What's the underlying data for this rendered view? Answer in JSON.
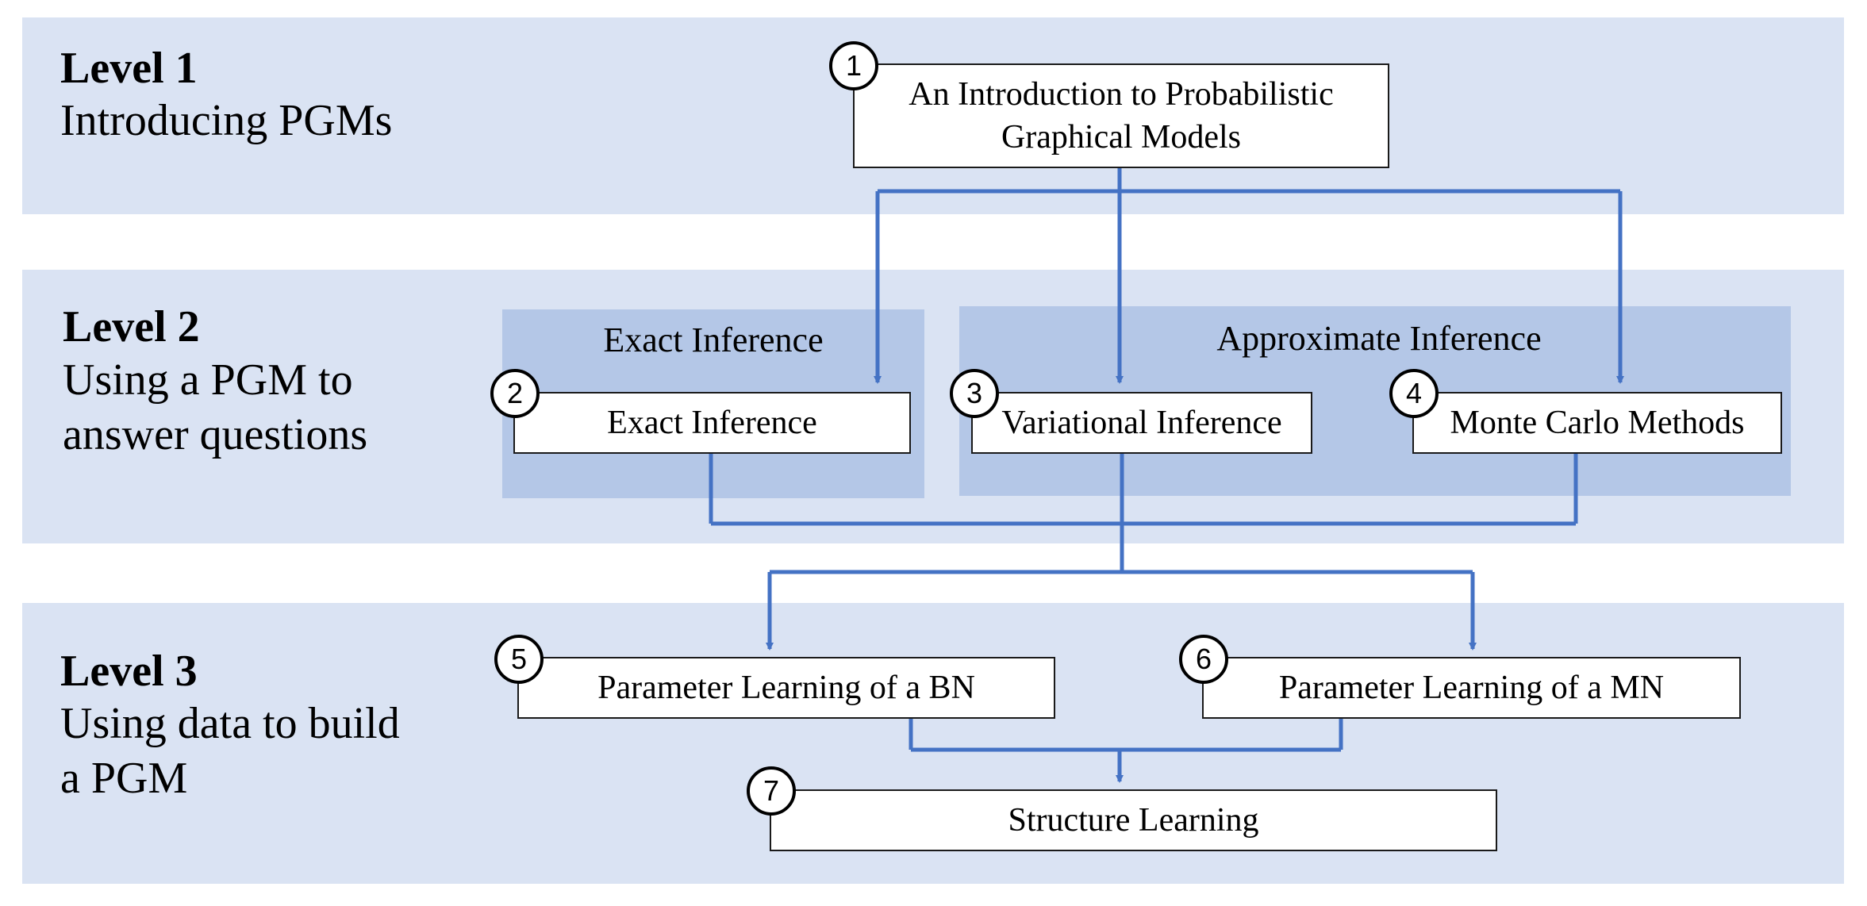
{
  "levels": [
    {
      "title": "Level 1",
      "subtitle_lines": [
        "Introducing PGMs"
      ]
    },
    {
      "title": "Level 2",
      "subtitle_lines": [
        "Using a PGM to",
        "answer questions"
      ]
    },
    {
      "title": "Level 3",
      "subtitle_lines": [
        "Using data to build",
        "a PGM"
      ]
    }
  ],
  "groups": [
    {
      "label": "Exact Inference"
    },
    {
      "label": "Approximate Inference"
    }
  ],
  "nodes": [
    {
      "number": "1",
      "label_lines": [
        "An Introduction to Probabilistic",
        "Graphical Models"
      ]
    },
    {
      "number": "2",
      "label": "Exact Inference"
    },
    {
      "number": "3",
      "label": "Variational Inference"
    },
    {
      "number": "4",
      "label": "Monte Carlo Methods"
    },
    {
      "number": "5",
      "label": "Parameter Learning of a BN"
    },
    {
      "number": "6",
      "label": "Parameter Learning of a MN"
    },
    {
      "number": "7",
      "label": "Structure Learning"
    }
  ],
  "edges": [
    {
      "from": "1",
      "to": "2"
    },
    {
      "from": "1",
      "to": "3"
    },
    {
      "from": "1",
      "to": "4"
    },
    {
      "from": "2",
      "to": "5"
    },
    {
      "from": "3",
      "to": "5"
    },
    {
      "from": "4",
      "to": "5"
    },
    {
      "from": "2",
      "to": "6"
    },
    {
      "from": "3",
      "to": "6"
    },
    {
      "from": "4",
      "to": "6"
    },
    {
      "from": "5",
      "to": "7"
    },
    {
      "from": "6",
      "to": "7"
    }
  ],
  "colors": {
    "band": "#dae3f3",
    "group": "#b4c7e7",
    "connector": "#4472c4"
  }
}
